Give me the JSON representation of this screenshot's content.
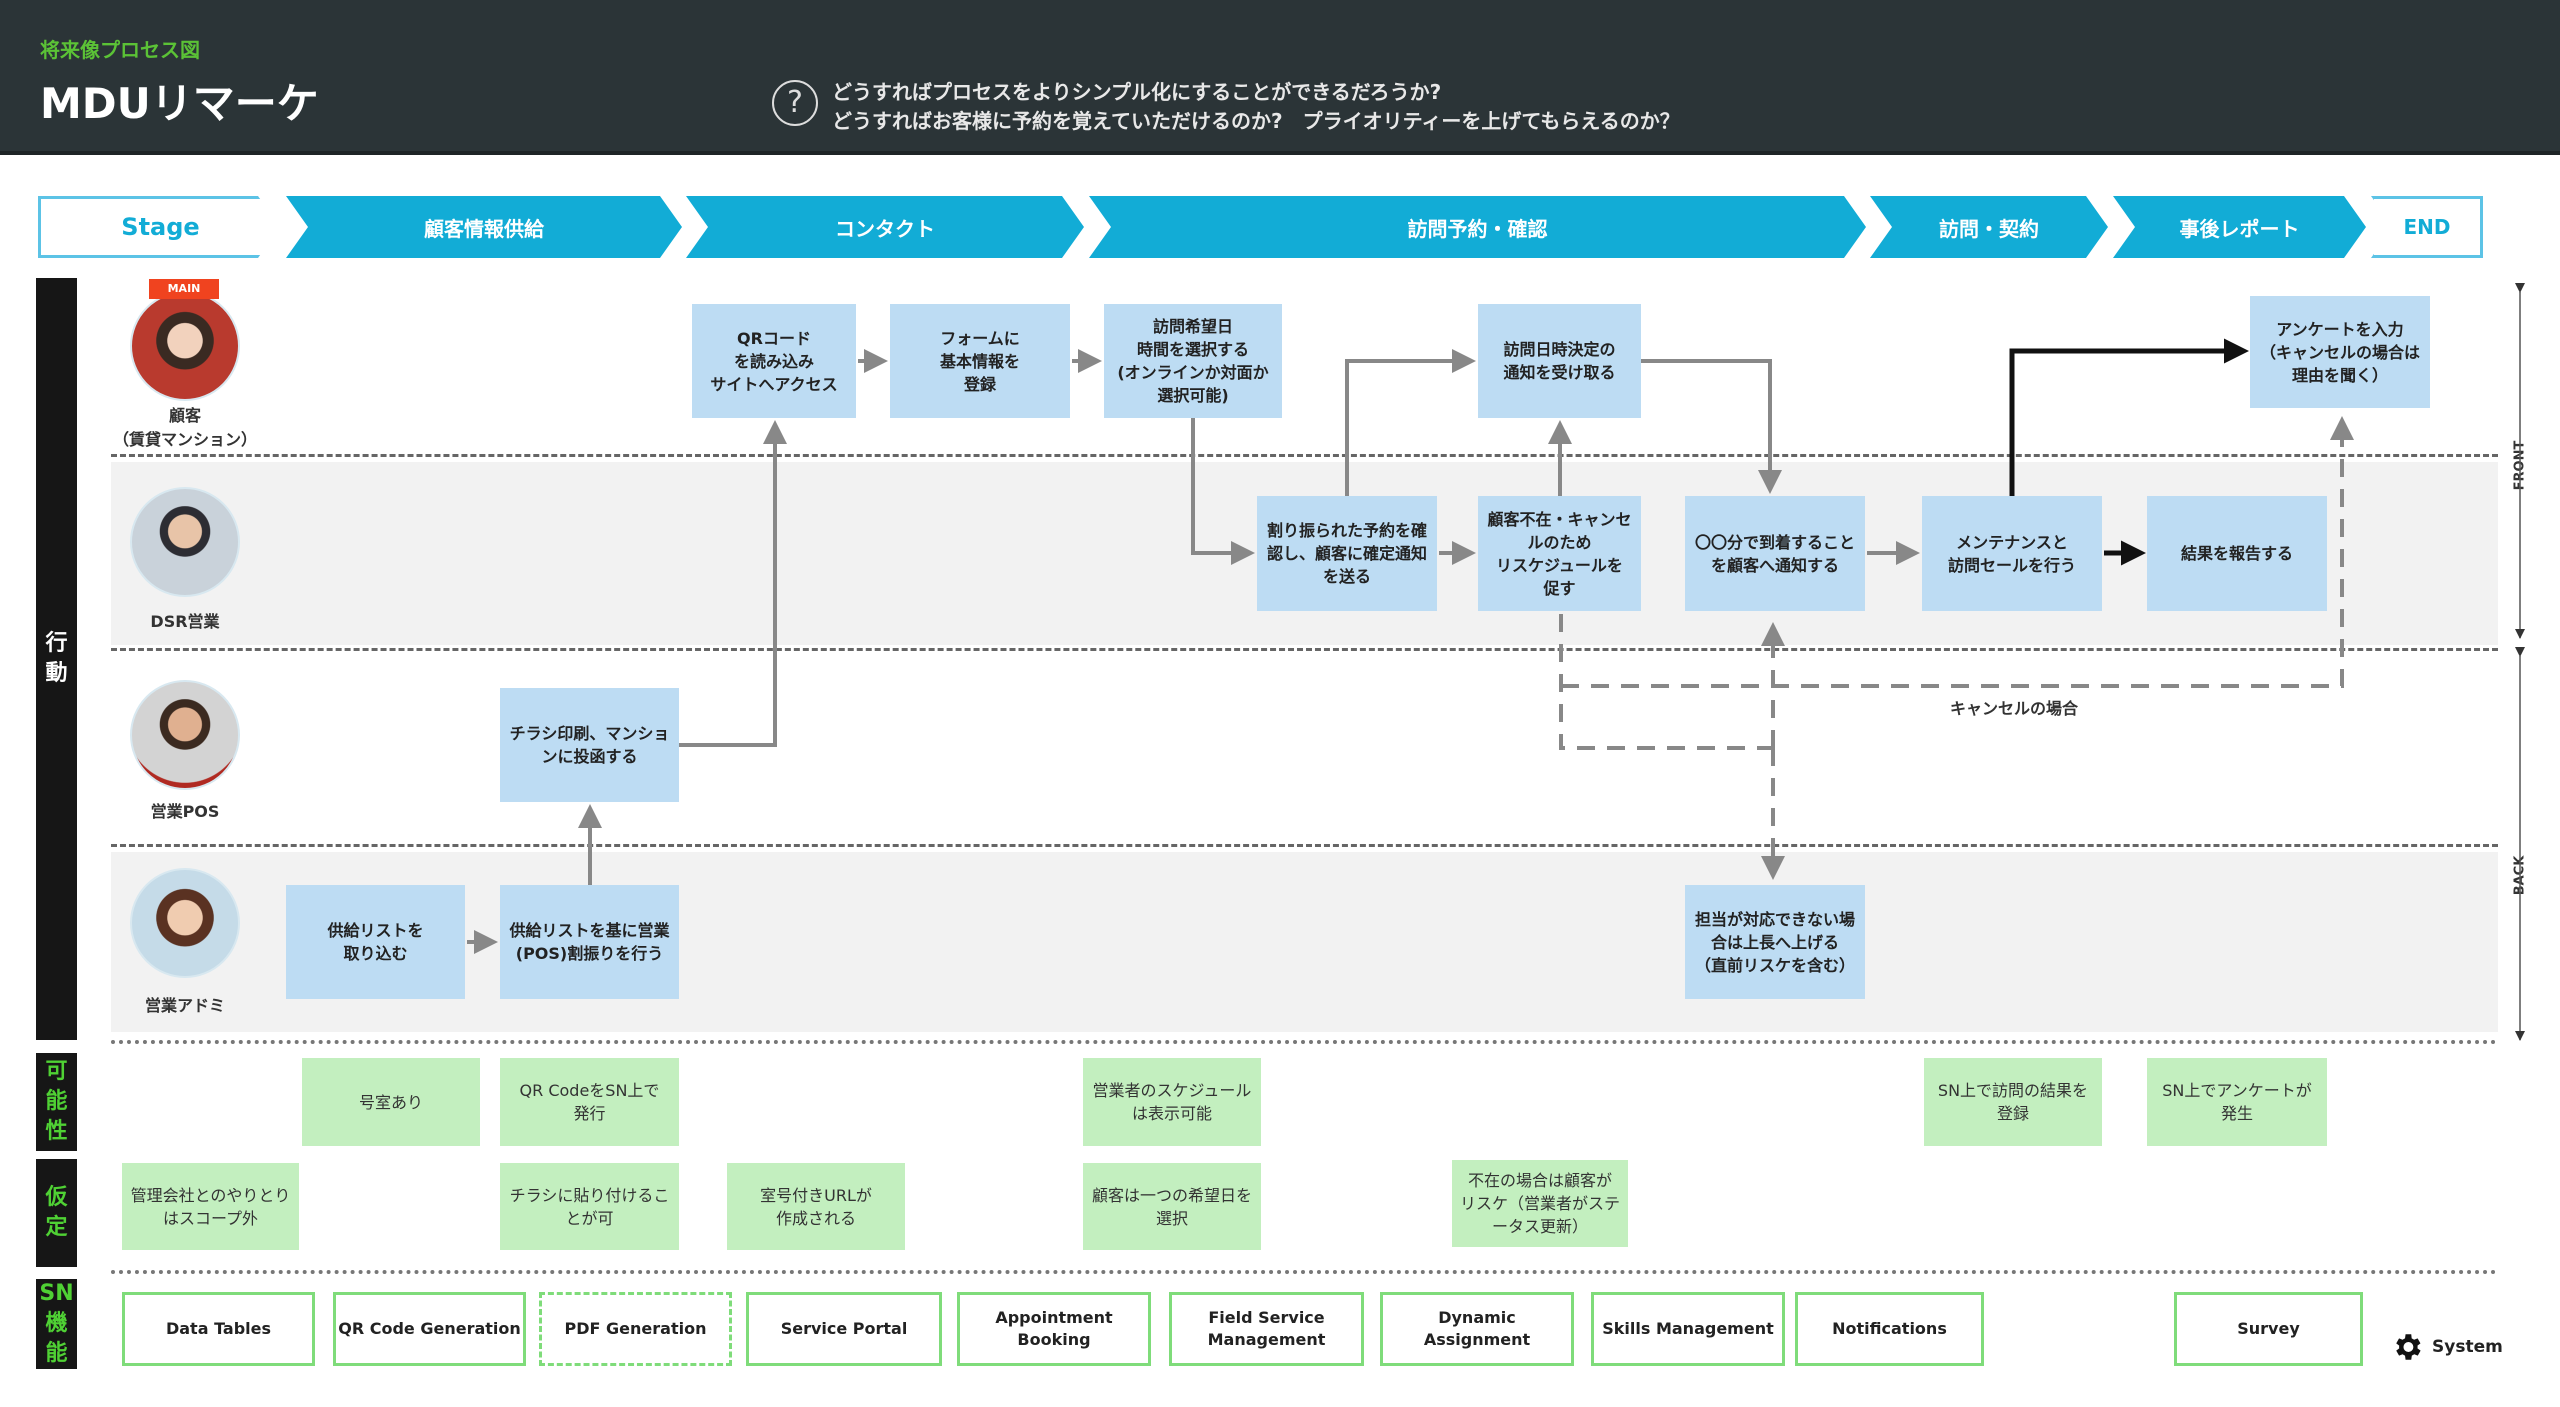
{
  "header": {
    "subtitle": "将来像プロセス図",
    "title": "MDUリマーケ",
    "question_icon": "question-circle-icon",
    "questions": [
      "どうすればプロセスをよりシンプル化にすることができるだろうか?",
      "どうすればお客様に予約を覚えていただけるのか?　プライオリティーを上げてもらえるのか？"
    ]
  },
  "stages": {
    "head": "Stage",
    "items": [
      "顧客情報供給",
      "コンタクト",
      "訪問予約・確認",
      "訪問・契約",
      "事後レポート"
    ],
    "end": "END",
    "color": "#12acd6"
  },
  "row_labels": {
    "action": "行\n動",
    "possibility": "可\n能\n性",
    "assumption": "仮\n定",
    "sn": "SN\n機\n能"
  },
  "side_labels": {
    "front": "FRONT",
    "back": "BACK"
  },
  "personas": [
    {
      "name": "顧客\n（賃貸マンション）",
      "badge": "MAIN"
    },
    {
      "name": "DSR営業"
    },
    {
      "name": "営業POS"
    },
    {
      "name": "営業アドミ"
    }
  ],
  "steps": {
    "qr": "QRコード\nを読み込み\nサイトへアクセス",
    "form": "フォームに\n基本情報を\n登録",
    "select_date": "訪問希望日\n時間を選択する\n(オンラインか対面か\n選択可能)",
    "receive_notice": "訪問日時決定の\n通知を受け取る",
    "survey_input": "アンケートを入力\n（キャンセルの場合は\n理由を聞く）",
    "confirm": "割り振られた予約を確\n認し、顧客に確定通知\nを送る",
    "reschedule": "顧客不在・キャンセ\nルのため\nリスケジュールを\n促す",
    "arrival_notice": "〇〇分で到着すること\nを顧客へ通知する",
    "maintenance": "メンテナンスと\n訪問セールを行う",
    "report": "結果を報告する",
    "flyer": "チラシ印刷、マンショ\nンに投函する",
    "import_list": "供給リストを\n取り込む",
    "assign_pos": "供給リストを基に営業\n(POS)割振りを行う",
    "escalate": "担当が対応できない場\n合は上長へ上げる\n（直前リスケを含む）"
  },
  "cancel_label": "キャンセルの場合",
  "possibilities": [
    "号室あり",
    "QR CodeをSN上で\n発行",
    "営業者のスケジュール\nは表示可能",
    "SN上で訪問の結果を\n登録",
    "SN上でアンケートが\n発生"
  ],
  "assumptions": [
    "管理会社とのやりとり\nはスコープ外",
    "チラシに貼り付けるこ\nとが可",
    "室号付きURLが\n作成される",
    "顧客は一つの希望日を\n選択",
    "不在の場合は顧客が\nリスケ（営業者がステ\nータス更新）"
  ],
  "sn_features": [
    "Data Tables",
    "QR Code Generation",
    "PDF Generation",
    "Service Portal",
    "Appointment\nBooking",
    "Field Service\nManagement",
    "Dynamic\nAssignment",
    "Skills Management",
    "Notifications",
    "Survey"
  ],
  "legend": {
    "icon": "gear-icon",
    "label": "System"
  },
  "colors": {
    "header_bg": "#2b3437",
    "accent_green": "#5bc236",
    "step_box": "#bddcf3",
    "note_box": "#c3efbf",
    "sn_border": "#7fdc7a",
    "main_badge": "#f0431f"
  }
}
